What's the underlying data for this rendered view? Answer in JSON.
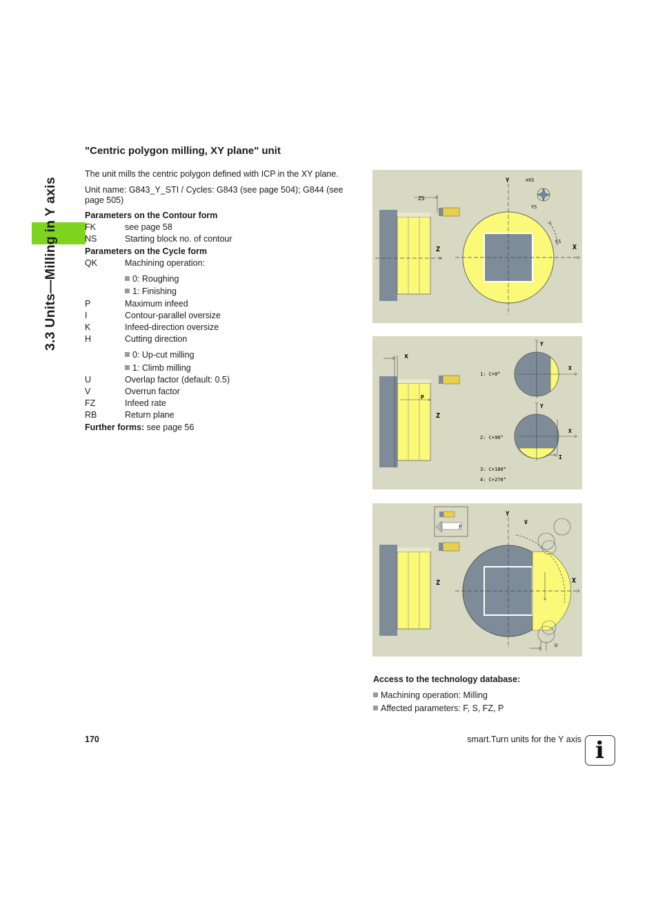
{
  "side_title": "3.3 Units—Milling in Y axis",
  "heading": "\"Centric polygon milling, XY plane\" unit",
  "intro": "The unit mills the centric polygon defined with ICP in the XY plane.",
  "unit_name": "Unit name: G843_Y_STI / Cycles: G843 (see page 504); G844 (see page 505)",
  "contour_form": {
    "title": "Parameters on the Contour form",
    "params": [
      {
        "key": "FK",
        "value": "see page 58"
      },
      {
        "key": "NS",
        "value": "Starting block no. of contour"
      }
    ]
  },
  "cycle_form": {
    "title": "Parameters on the Cycle form",
    "params": [
      {
        "key": "QK",
        "value": "Machining operation:"
      },
      {
        "key": "P",
        "value": "Maximum infeed"
      },
      {
        "key": "I",
        "value": "Contour-parallel oversize"
      },
      {
        "key": "K",
        "value": "Infeed-direction oversize"
      },
      {
        "key": "H",
        "value": "Cutting direction"
      },
      {
        "key": "U",
        "value": "Overlap factor (default: 0.5)"
      },
      {
        "key": "V",
        "value": "Overrun factor"
      },
      {
        "key": "FZ",
        "value": "Infeed rate"
      },
      {
        "key": "RB",
        "value": "Return plane"
      }
    ],
    "qk_options": [
      "0: Roughing",
      "1: Finishing"
    ],
    "h_options": [
      "0: Up-cut milling",
      "1: Climb milling"
    ]
  },
  "further_forms": {
    "label": "Further forms:",
    "value": "see page 56"
  },
  "figures": {
    "fig1": {
      "y": "Y",
      "xs": "⌀XS",
      "zs": "ZS",
      "ys": "YS",
      "cs": "CS",
      "z": "Z",
      "x": "X"
    },
    "fig2": {
      "k": "K",
      "p": "P",
      "z": "Z",
      "y": "Y",
      "x": "X",
      "i": "I",
      "c1": "1: C+0°",
      "c2": "2: C+90°",
      "c3": "3: C+180°",
      "c4": "4: C+270°"
    },
    "fig3": {
      "y": "Y",
      "v": "V",
      "z": "Z",
      "x": "X",
      "u": "U",
      "f": "F"
    }
  },
  "tech_db": {
    "title": "Access to the technology database:",
    "items": [
      "Machining operation: Milling",
      "Affected parameters: F, S, FZ, P"
    ]
  },
  "footer": {
    "page": "170",
    "section": "smart.Turn units for the Y axis"
  },
  "info_icon": "i",
  "colors": {
    "accent_green": "#7fd41f",
    "figure_bg": "#d8d9c2",
    "workpiece": "#fafa78",
    "steel": "#7e8c99"
  }
}
